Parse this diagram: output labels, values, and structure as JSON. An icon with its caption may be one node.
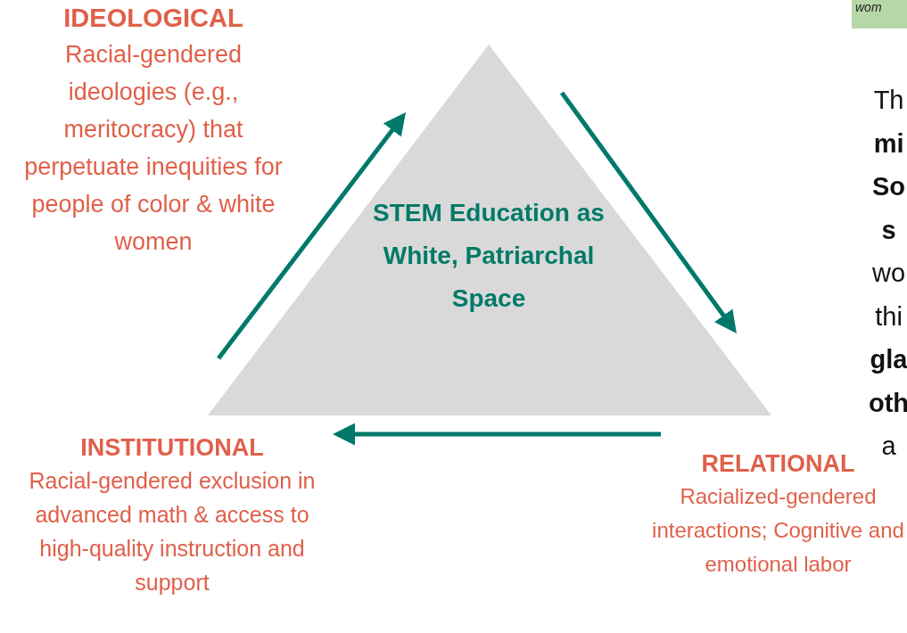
{
  "diagram": {
    "nodes": [
      {
        "text": [
          "IDEOLOGICAL",
          "Racial-gendered ideologies (e.g., meritocracy) that perpetuate inequities for people of color & white women"
        ]
      },
      {
        "text": [
          "STEM Education as White, Patriarchal Space"
        ]
      },
      {
        "text": [
          "INSTITUTIONAL",
          "Racial-gendered exclusion in advanced math & access to high-quality instruction and support"
        ]
      },
      {
        "text": [
          "RELATIONAL",
          "Racialized-gendered interactions; Cognitive and emotional labor"
        ]
      }
    ],
    "labels": [
      "wom",
      "Th **mi** **So** **s** wo thi **gla** **oth** a"
    ]
  }
}
